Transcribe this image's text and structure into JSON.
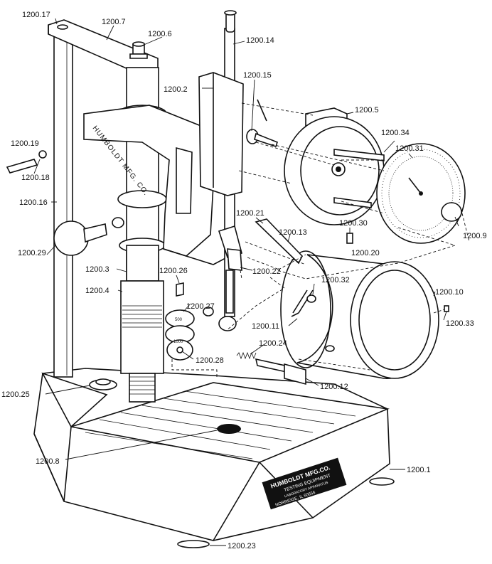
{
  "callouts": {
    "c1200_17": "1200.17",
    "c1200_7": "1200.7",
    "c1200_6": "1200.6",
    "c1200_14": "1200.14",
    "c1200_15": "1200.15",
    "c1200_2": "1200.2",
    "c1200_5": "1200.5",
    "c1200_34": "1200.34",
    "c1200_31": "1200.31",
    "c1200_19": "1200.19",
    "c1200_18": "1200.18",
    "c1200_16": "1200.16",
    "c1200_21": "1200.21",
    "c1200_13": "1200.13",
    "c1200_30": "1200.30",
    "c1200_9": "1200.9",
    "c1200_29": "1200.29",
    "c1200_20": "1200.20",
    "c1200_3": "1200.3",
    "c1200_26": "1200.26",
    "c1200_22": "1200.22",
    "c1200_32": "1200.32",
    "c1200_10": "1200.10",
    "c1200_4": "1200.4",
    "c1200_27": "1200.27",
    "c1200_33": "1200.33",
    "c1200_11": "1200.11",
    "c1200_24": "1200.24",
    "c1200_28": "1200.28",
    "c1200_12": "1200.12",
    "c1200_25": "1200.25",
    "c1200_8": "1200.8",
    "c1200_1": "1200.1",
    "c1200_23": "1200.23"
  },
  "frame_casting_text": "HUMBOLDT MFG. CO.",
  "nameplate": {
    "line1": "HUMBOLDT MFG.CO.",
    "line2": "TESTING EQUIPMENT",
    "line3": "LABORATORY APPARATUS",
    "line4": "NORRIDGE, IL 60656"
  },
  "weights": {
    "w1": "500",
    "w2": "1000"
  }
}
